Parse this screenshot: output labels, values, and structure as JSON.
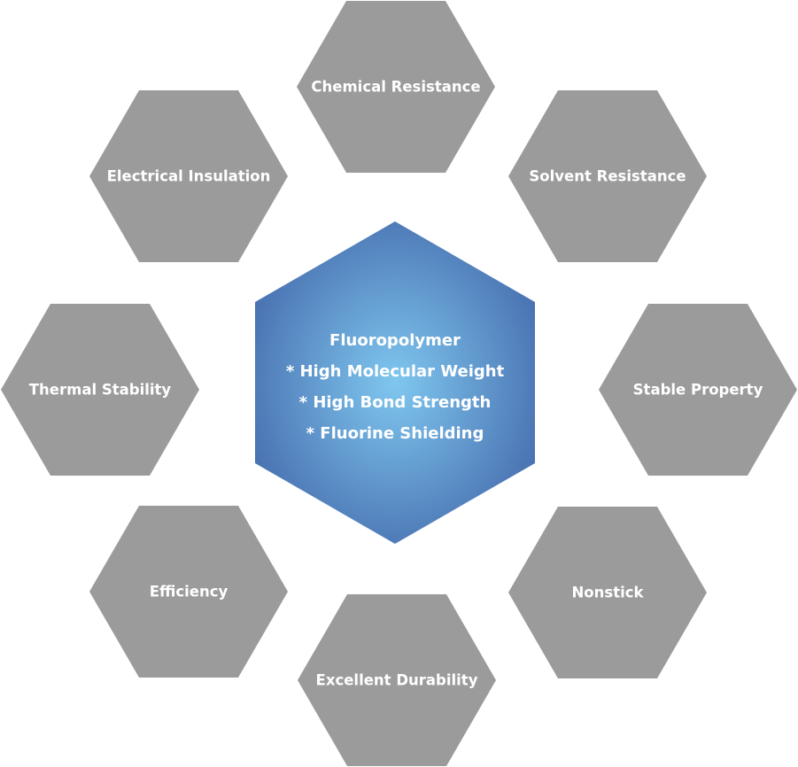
{
  "colors": {
    "outer_hex": "#9b9b9b",
    "center_gradient_inner": "#7fc7ef",
    "center_gradient_outer": "#4a73b2",
    "text": "#ffffff",
    "background": "#ffffff"
  },
  "center": {
    "lines": [
      "Fluoropolymer",
      "* High Molecular Weight",
      "* High Bond Strength",
      "* Fluorine Shielding"
    ]
  },
  "properties": [
    {
      "id": "chemical-resistance",
      "label": "Chemical Resistance"
    },
    {
      "id": "solvent-resistance",
      "label": "Solvent Resistance"
    },
    {
      "id": "stable-property",
      "label": "Stable Property"
    },
    {
      "id": "nonstick",
      "label": "Nonstick"
    },
    {
      "id": "excellent-durability",
      "label": "Excellent Durability"
    },
    {
      "id": "efficiency",
      "label": "Efficiency"
    },
    {
      "id": "thermal-stability",
      "label": "Thermal Stability"
    },
    {
      "id": "electrical-insulation",
      "label": "Electrical Insulation"
    }
  ]
}
